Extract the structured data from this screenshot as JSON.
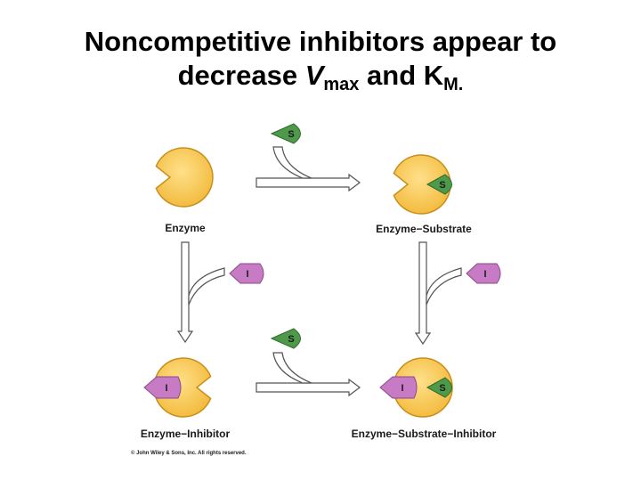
{
  "title": {
    "line1": "Noncompetitive inhibitors appear to",
    "line2_prefix": "decrease ",
    "vmax_symbol": "V",
    "vmax_sub": "max",
    "middle": " and K",
    "km_sub": "M."
  },
  "diagram": {
    "states": {
      "enzyme": "Enzyme",
      "enzyme_substrate": "Enzyme−Substrate",
      "enzyme_inhibitor": "Enzyme−Inhibitor",
      "enzyme_substrate_inhibitor": "Enzyme−Substrate−Inhibitor"
    },
    "molecules": {
      "substrate": "S",
      "inhibitor": "I"
    },
    "colors": {
      "enzyme_fill": "#f2c14e",
      "enzyme_stroke": "#c98f1a",
      "substrate_fill": "#4f9a4a",
      "inhibitor_fill": "#c77bc4"
    }
  },
  "copyright": "© John Wiley & Sons, Inc. All rights reserved."
}
